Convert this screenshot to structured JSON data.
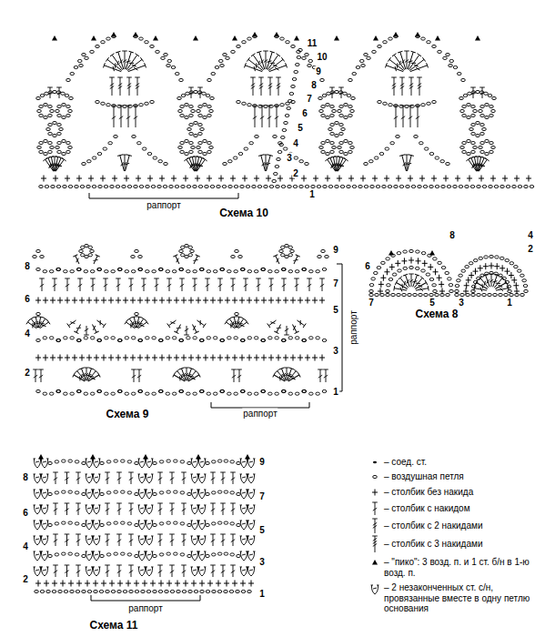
{
  "diagram": {
    "labels": [
      "11",
      "10",
      "9",
      "8",
      "7",
      "6",
      "5",
      "4",
      "3",
      "2",
      "1",
      "раппорт",
      "Схема 10",
      "9",
      "8",
      "7",
      "6",
      "5",
      "4",
      "3",
      "2",
      "1",
      "раппорт",
      "раппорт",
      "Схема 9",
      "8",
      "6",
      "4",
      "2",
      "7",
      "5",
      "3",
      "1",
      "Схема 8",
      "9",
      "8",
      "7",
      "6",
      "5",
      "4",
      "3",
      "2",
      "1",
      "раппорт",
      "Схема 11"
    ],
    "legend": [
      {
        "text": "– соед. ст."
      },
      {
        "text": "– воздушная петля"
      },
      {
        "text": "– столбик без накида"
      },
      {
        "text": "– столбик с накидом"
      },
      {
        "text": "– столбик с 2 накидами"
      },
      {
        "text": "– столбик с 3 накидами"
      },
      {
        "text": "– \"пико\": 3 возд. п. и 1 ст. б/н в 1-ю возд. п."
      },
      {
        "text": "– 2 незаконченных ст. с/н, провязанные вместе в одну петлю основания"
      }
    ]
  }
}
